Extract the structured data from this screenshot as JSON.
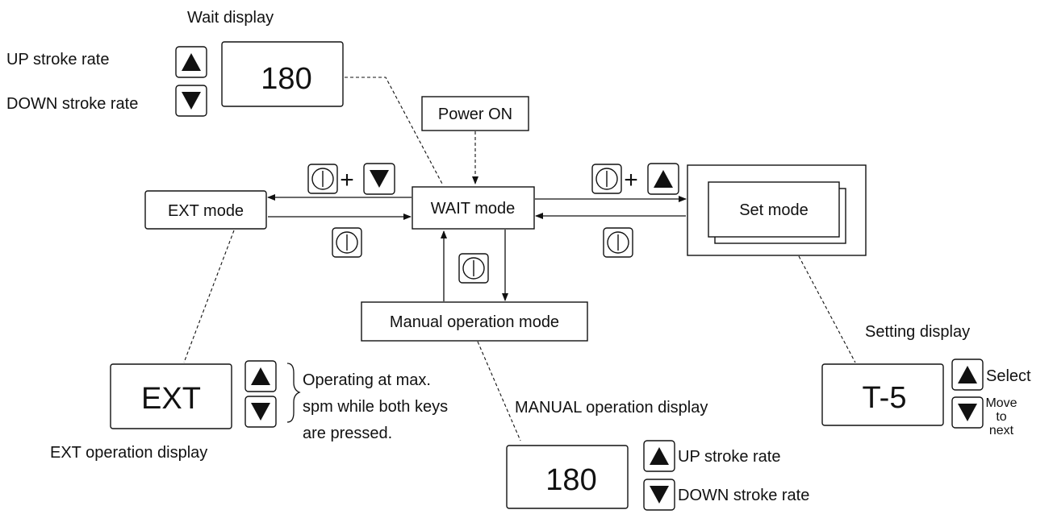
{
  "wait_display": {
    "title": "Wait display",
    "value": "180",
    "up_label": "UP stroke rate",
    "down_label": "DOWN stroke rate"
  },
  "modes": {
    "power_on": "Power ON",
    "wait": "WAIT mode",
    "ext": "EXT mode",
    "set": "Set mode",
    "manual": "Manual operation mode"
  },
  "transitions": {
    "plus": "+"
  },
  "ext_display": {
    "title": "EXT operation display",
    "value": "EXT",
    "note_lines": [
      "Operating at max.",
      "spm while both keys",
      "are pressed."
    ]
  },
  "manual_display": {
    "title": "MANUAL operation display",
    "value": "180",
    "up_label": "UP stroke rate",
    "down_label": "DOWN stroke rate"
  },
  "setting_display": {
    "title": "Setting display",
    "value": "T-5",
    "up_label": "Select",
    "down_label_lines": [
      "Move",
      "to",
      "next"
    ]
  },
  "icons": {
    "up_key": "up-triangle-key",
    "down_key": "down-triangle-key",
    "start_key": "circle-bar-key"
  }
}
